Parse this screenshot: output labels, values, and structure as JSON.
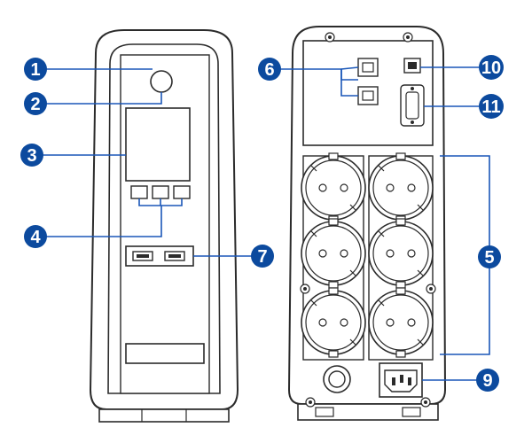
{
  "diagram": {
    "callouts": [
      {
        "id": "c1",
        "label": "1"
      },
      {
        "id": "c2",
        "label": "2"
      },
      {
        "id": "c3",
        "label": "3"
      },
      {
        "id": "c4",
        "label": "4"
      },
      {
        "id": "c5",
        "label": "5"
      },
      {
        "id": "c6",
        "label": "6"
      },
      {
        "id": "c7",
        "label": "7"
      },
      {
        "id": "c9",
        "label": "9"
      },
      {
        "id": "c10",
        "label": "10"
      },
      {
        "id": "c11",
        "label": "11"
      }
    ],
    "colors": {
      "callout_fill": "#0c4a9e",
      "leader_line": "#1a57b8",
      "outline": "#2b2b2b",
      "body_fill": "#ffffff"
    },
    "icons": [
      "power-button",
      "lcd-display",
      "function-buttons",
      "usb-charging-ports",
      "rj45-ports",
      "usb-port",
      "serial-port",
      "schuko-outlets",
      "circuit-breaker",
      "ac-inlet"
    ]
  }
}
